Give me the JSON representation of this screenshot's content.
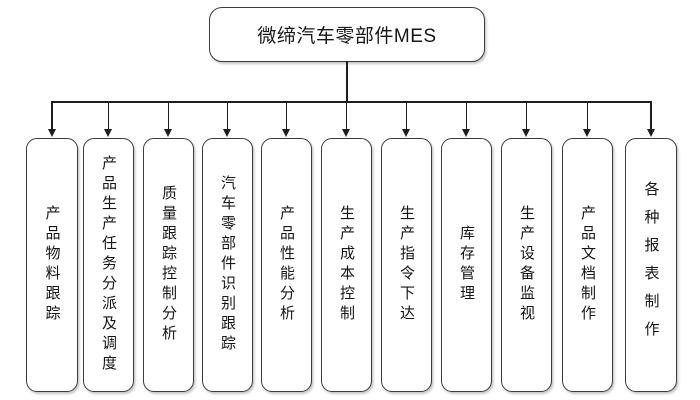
{
  "diagram": {
    "root": {
      "label": "微缔汽车零部件MES"
    },
    "children": [
      {
        "label": "产品物料跟踪"
      },
      {
        "label": "产品生产任务分派及调度"
      },
      {
        "label": "质量跟踪控制分析"
      },
      {
        "label": "汽车零部件识别跟踪"
      },
      {
        "label": "产品性能分析"
      },
      {
        "label": "生产成本控制"
      },
      {
        "label": "生产指令下达"
      },
      {
        "label": "库存管理"
      },
      {
        "label": "生产设备监视"
      },
      {
        "label": "产品文档制作"
      },
      {
        "label": "各种报表制作"
      }
    ],
    "colors": {
      "background": "#ffffff",
      "box_border": "#3c3c3c",
      "connector": "#1e1e1e",
      "text": "#161616"
    }
  }
}
